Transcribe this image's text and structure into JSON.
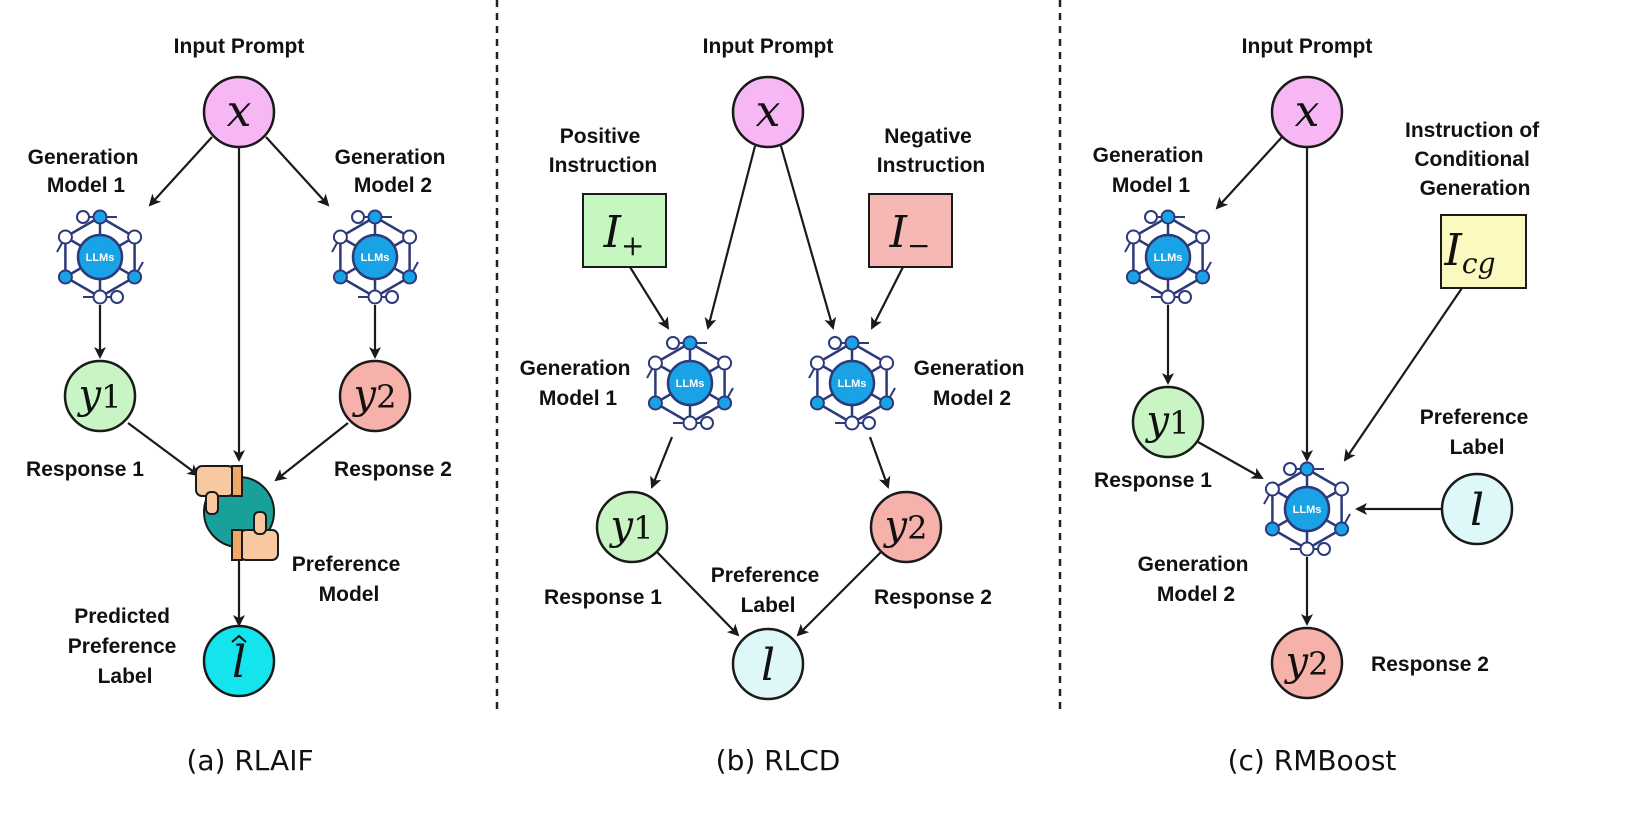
{
  "panels": [
    {
      "caption": "(a) RLAIF",
      "input_prompt": "Input Prompt",
      "x": "x",
      "gen1": [
        "Generation",
        "Model 1"
      ],
      "gen2": [
        "Generation",
        "Model 2"
      ],
      "y1": "y",
      "y1_sub": "1",
      "y2": "y",
      "y2_sub": "2",
      "response1": "Response 1",
      "response2": "Response 2",
      "pref_model": [
        "Preference",
        "Model"
      ],
      "predicted_label": [
        "Predicted",
        "Preference",
        "Label"
      ],
      "lhat": "l"
    },
    {
      "caption": "(b) RLCD",
      "input_prompt": "Input Prompt",
      "x": "x",
      "pos_instr": [
        "Positive",
        "Instruction"
      ],
      "neg_instr": [
        "Negative",
        "Instruction"
      ],
      "i_plus": "I",
      "i_plus_sub": "+",
      "i_minus": "I",
      "i_minus_sub": "−",
      "gen1": [
        "Generation",
        "Model 1"
      ],
      "gen2": [
        "Generation",
        "Model 2"
      ],
      "y1": "y",
      "y1_sub": "1",
      "y2": "y",
      "y2_sub": "2",
      "response1": "Response 1",
      "response2": "Response 2",
      "pref_label": [
        "Preference",
        "Label"
      ],
      "l": "l"
    },
    {
      "caption": "(c) RMBoost",
      "input_prompt": "Input Prompt",
      "x": "x",
      "gen1": [
        "Generation",
        "Model 1"
      ],
      "instr_cg": [
        "Instruction of",
        "Conditional",
        "Generation"
      ],
      "i_cg": "I",
      "i_cg_sub": "cg",
      "y1": "y",
      "y1_sub": "1",
      "response1": "Response 1",
      "pref_label": [
        "Preference",
        "Label"
      ],
      "l": "l",
      "gen2": [
        "Generation",
        "Model 2"
      ],
      "y2": "y",
      "y2_sub": "2",
      "response2": "Response 2"
    }
  ],
  "llm_icon_text": "LLMs",
  "colors": {
    "input_node": "#f7b7f5",
    "y1_node": "#c8f5c3",
    "y2_node": "#f6b1ab",
    "lhat_node": "#14e4ee",
    "l_node": "#def8fa",
    "i_plus_box": "#c7f7c0",
    "i_minus_box": "#f6b8b4",
    "i_cg_box": "#fbf8c0",
    "llm_blue": "#1aa2e6",
    "llm_hex": "#2d3a7a"
  }
}
